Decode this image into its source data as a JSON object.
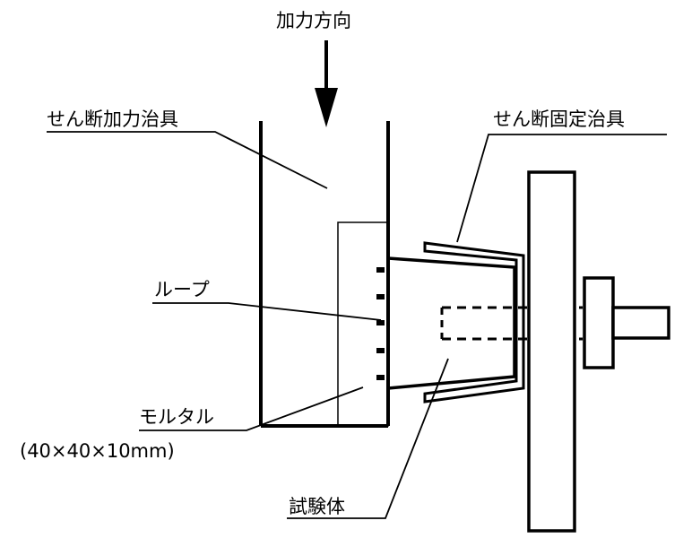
{
  "labels": {
    "load_direction": "加力方向",
    "shear_loading_jig": "せん断加力治具",
    "shear_fixing_jig": "せん断固定治具",
    "loop": "ループ",
    "mortar": "モルタル",
    "mortar_size": "(40×40×10mm)",
    "specimen": "試験体"
  }
}
